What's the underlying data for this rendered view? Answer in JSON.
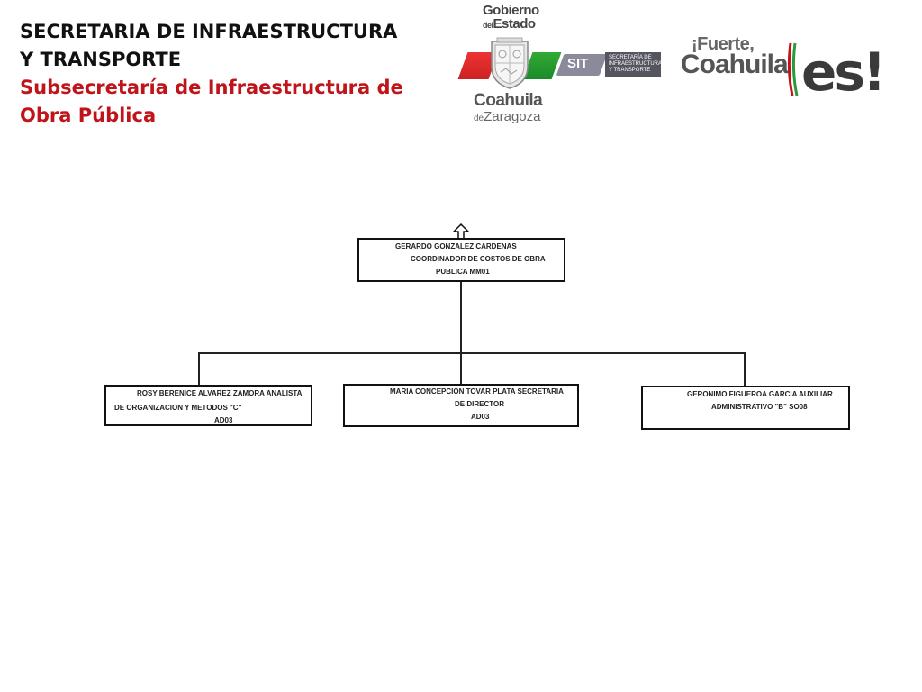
{
  "header": {
    "title_line1": "SECRETARIA DE INFRAESTRUCTURA",
    "title_line2": "Y TRANSPORTE",
    "subtitle_line1": "Subsecretaría de Infraestructura de",
    "subtitle_line2": "Obra Pública",
    "title_color": "#111111",
    "subtitle_color": "#c0141b"
  },
  "logos": {
    "gobierno": {
      "line1": "Gobierno",
      "line2_small": "del",
      "line2": "Estado",
      "line3": "Coahuila",
      "line4_small": "de",
      "line4": "Zaragoza"
    },
    "sit": {
      "badge": "SIT",
      "desc": "SECRETARÍA DE INFRAESTRUCTURA Y TRANSPORTE"
    },
    "fuerte": {
      "line1": "¡Fuerte,",
      "line2": "Coahuila",
      "es": "es!"
    }
  },
  "org_chart": {
    "root": {
      "line1": "GERARDO GONZALEZ CARDENAS",
      "line2": "COORDINADOR DE COSTOS DE OBRA",
      "line3": "PUBLICA  MM01"
    },
    "children": [
      {
        "line1": "ROSY BERENICE ALVAREZ ZAMORA  ANALISTA",
        "line2": "DE ORGANIZACION Y METODOS \"C\"",
        "line3": "AD03"
      },
      {
        "line1": "MARIA CONCEPCIÓN TOVAR PLATA  SECRETARIA",
        "line2": "DE DIRECTOR",
        "line3": "AD03"
      },
      {
        "line1": "GERONIMO FIGUEROA GARCIA  AUXILIAR",
        "line2": "ADMINISTRATIVO \"B\"  SO08"
      }
    ]
  }
}
